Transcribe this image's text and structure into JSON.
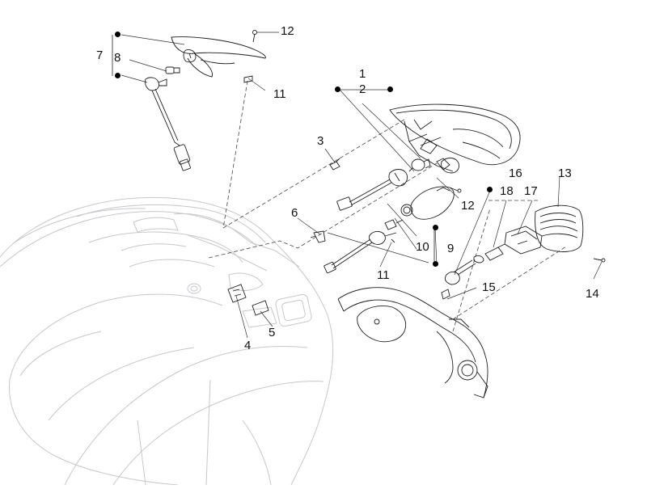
{
  "labels": {
    "l1": "1",
    "l2": "2",
    "l3": "3",
    "l4": "4",
    "l5": "5",
    "l6": "6",
    "l7": "7",
    "l8": "8",
    "l9": "9",
    "l10": "10",
    "l11a": "11",
    "l11b": "11",
    "l12a": "12",
    "l12b": "12",
    "l13": "13",
    "l14": "14",
    "l15": "15",
    "l16": "16",
    "l17": "17",
    "l18": "18"
  },
  "colors": {
    "body_outline": "#c4c8cc",
    "part_outline": "#1e1e1e",
    "dash": "#444444",
    "text": "#111111"
  }
}
